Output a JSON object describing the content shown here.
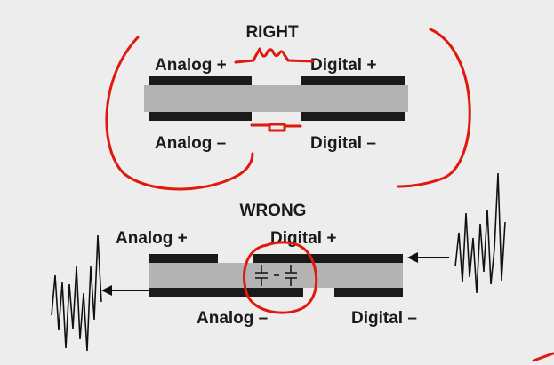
{
  "right": {
    "title": "RIGHT",
    "analog_plus": "Analog +",
    "digital_plus": "Digital +",
    "analog_minus": "Analog –",
    "digital_minus": "Digital –"
  },
  "wrong": {
    "title": "WRONG",
    "analog_plus": "Analog +",
    "digital_plus": "Digital +",
    "analog_minus": "Analog –",
    "digital_minus": "Digital –"
  },
  "colors": {
    "background": "#ededed",
    "copper_layer": "#1a1a1a",
    "substrate": "#b3b3b3",
    "annotation": "#e0180e",
    "text": "#1a1a1a",
    "noise": "#111111"
  }
}
